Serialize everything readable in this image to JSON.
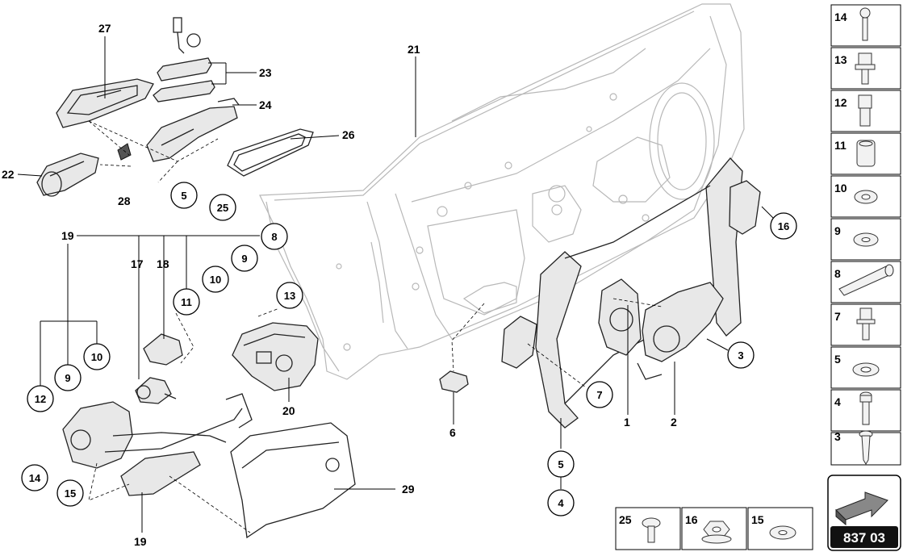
{
  "diagram": {
    "callouts": {
      "p1": "1",
      "p2": "2",
      "p3": "3",
      "p4": "4",
      "p5a": "5",
      "p5b": "5",
      "p6": "6",
      "p7": "7",
      "p8": "8",
      "p9a": "9",
      "p9b": "9",
      "p10a": "10",
      "p10b": "10",
      "p11": "11",
      "p12": "12",
      "p13": "13",
      "p14": "14",
      "p15": "15",
      "p16": "16",
      "p17": "17",
      "p18": "18",
      "p19a": "19",
      "p19b": "19",
      "p20": "20",
      "p21": "21",
      "p22": "22",
      "p23": "23",
      "p24": "24",
      "p25": "25",
      "p26": "26",
      "p27": "27",
      "p28": "28",
      "p29": "29"
    },
    "legend_right": [
      "14",
      "13",
      "12",
      "11",
      "10",
      "9",
      "8",
      "7",
      "5",
      "4",
      "3"
    ],
    "legend_bottom": [
      "25",
      "16",
      "15"
    ],
    "reference_code": "837 03"
  }
}
